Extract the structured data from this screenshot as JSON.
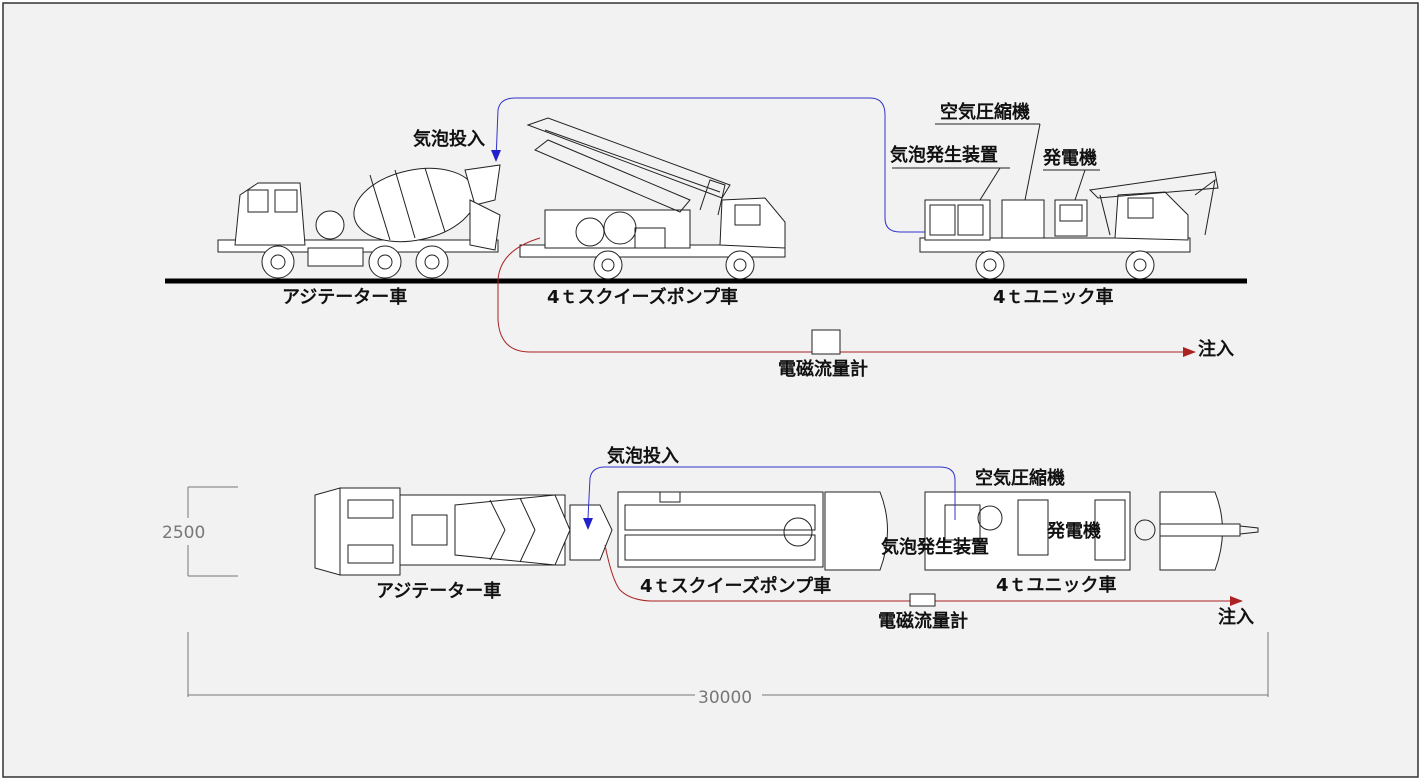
{
  "side_view": {
    "agitator": "アジテーター車",
    "pump": "4ｔスクイーズポンプ車",
    "unic": "4ｔユニック車",
    "foam_input": "気泡投入",
    "compressor": "空気圧縮機",
    "foam_generator": "気泡発生装置",
    "generator": "発電機",
    "flowmeter": "電磁流量計",
    "injection": "注入"
  },
  "plan_view": {
    "agitator": "アジテーター車",
    "pump": "4ｔスクイーズポンプ車",
    "unic": "4ｔユニック車",
    "foam_input": "気泡投入",
    "compressor": "空気圧縮機",
    "foam_generator": "気泡発生装置",
    "generator": "発電機",
    "flowmeter": "電磁流量計",
    "injection": "注入"
  },
  "dimensions": {
    "width": "2500",
    "length": "30000"
  },
  "colors": {
    "foam_line": "#3333cc",
    "grout_line": "#aa2222",
    "ground": "#000000",
    "dimension": "#777777"
  }
}
